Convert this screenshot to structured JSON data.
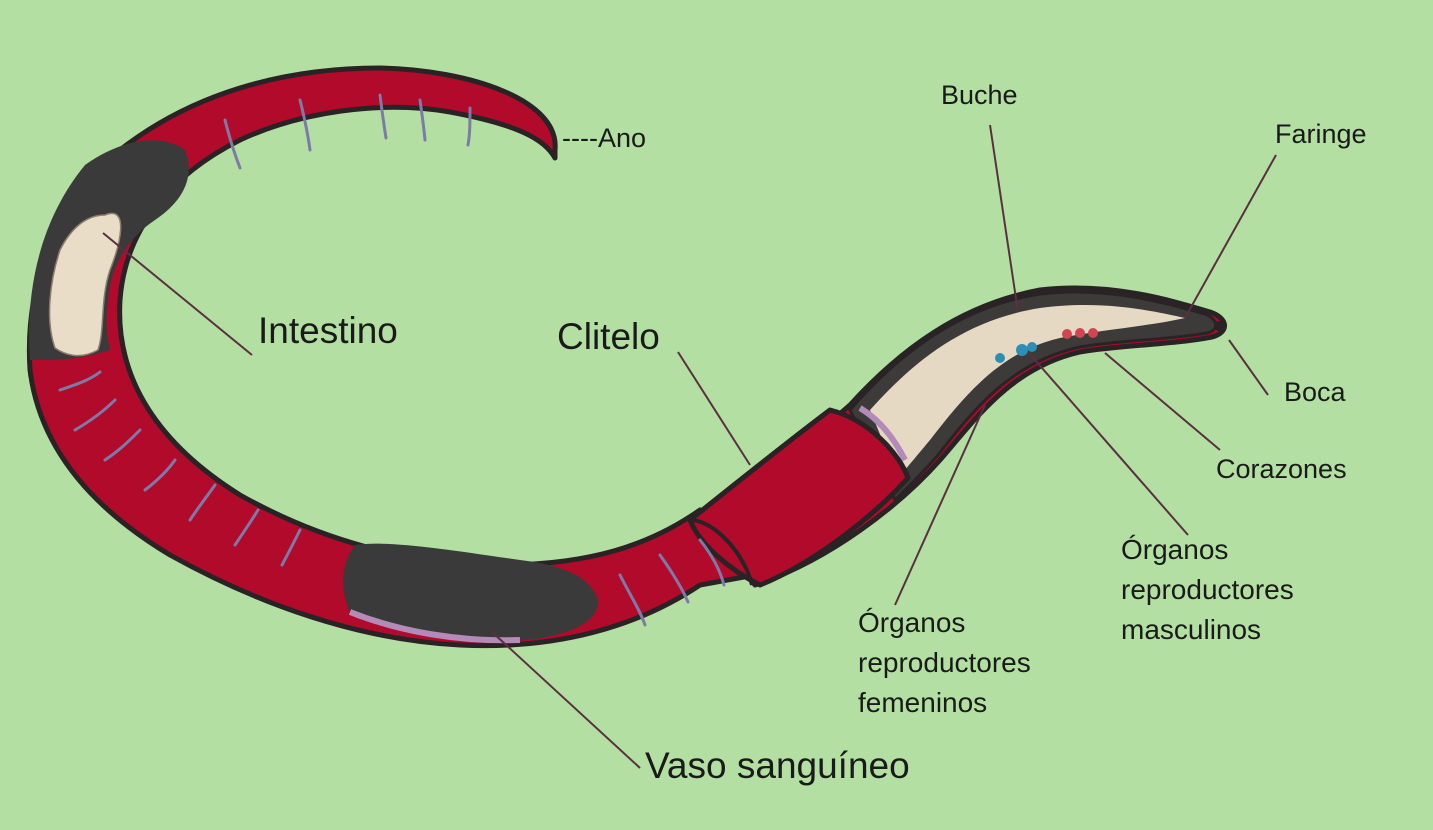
{
  "labels": {
    "ano": "----Ano",
    "buche": "Buche",
    "faringe": "Faringe",
    "intestino": "Intestino",
    "clitelo": "Clitelo",
    "boca": "Boca",
    "corazones": "Corazones",
    "organos_masculinos": [
      "Órganos",
      "reproductores",
      "masculinos"
    ],
    "organos_femeninos": [
      "Órganos",
      "reproductores",
      "femeninos"
    ],
    "vaso_sanguineo": "Vaso sanguíneo"
  },
  "colors": {
    "background": "#b3e0a2",
    "body_red": "#b10a2a",
    "outline": "#2a2326",
    "intestine_dark": "#3b3a3a",
    "tissue_cream": "#e8dcc8",
    "blood_vessel": "#b48ab8"
  }
}
